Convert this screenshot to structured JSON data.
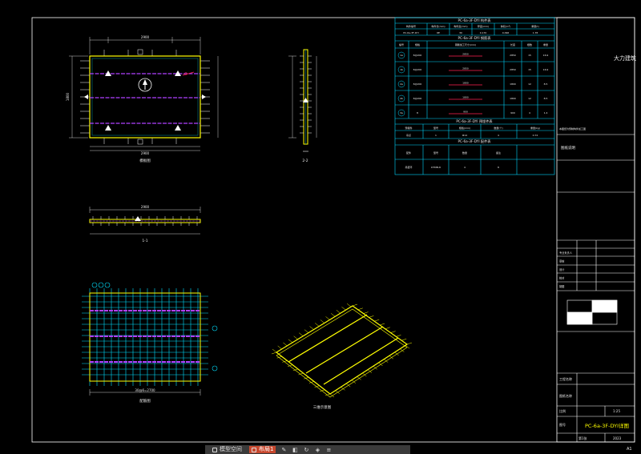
{
  "page_number": "A1",
  "colors": {
    "background": "#000000",
    "frame": "#ffffff",
    "table_cyan": "#00d8ff",
    "panel_yellow": "#ffff00",
    "mesh_cyan": "#00e0ff",
    "rebar_purple": "#a020f0",
    "accent_red": "#ff2050",
    "toolbar_bg": "#3a3a3a",
    "toolbar_active": "#c8482e"
  },
  "schedule": {
    "title1": "PC-6a-3F-DYI 构件表",
    "header1": [
      "构件编号",
      "构件长(mm)",
      "构件宽(mm)",
      "厚度(mm)",
      "体积(m³)",
      "重量(t)"
    ],
    "row1": [
      "PC-6a-3F-DYI",
      "6E",
      "30",
      "0.170",
      "0.096",
      "1.78"
    ],
    "title2": "PC-6a-3F-DYI 钢筋表",
    "header2": [
      "编号",
      "规格",
      "钢筋加工尺寸(mm)",
      "长度",
      "根数",
      "重量"
    ],
    "rebar_rows": [
      {
        "mark": "1a",
        "spec": "8@200",
        "dim": "2850",
        "len": "2850",
        "num": "15",
        "wt": "16.9"
      },
      {
        "mark": "1b",
        "spec": "8@200",
        "dim": "2850",
        "len": "2850",
        "num": "15",
        "wt": "16.9"
      },
      {
        "mark": "2a",
        "spec": "8@200",
        "dim": "1800",
        "len": "1800",
        "num": "12",
        "wt": "8.5"
      },
      {
        "mark": "2b",
        "spec": "8@200",
        "dim": "1800",
        "len": "1800",
        "num": "12",
        "wt": "8.5"
      },
      {
        "mark": "3a",
        "spec": "8",
        "dim": "900",
        "len": "900",
        "num": "4",
        "wt": "1.4"
      }
    ],
    "title3": "PC-6a-3F-DYI 预埋件表",
    "header3": [
      "预埋件",
      "型号",
      "规格(mm)",
      "数量(个)",
      "重量(kg)"
    ],
    "row3": [
      "吊点",
      "1",
      "Φ14",
      "4",
      "0.72"
    ],
    "title4": "PC-6a-3F-DYI 配件表",
    "header4": [
      "配件",
      "型号",
      "数量",
      "备注"
    ],
    "row4": [
      "吊装环",
      "DTMB-8",
      "4",
      "8"
    ]
  },
  "titleblock": {
    "company": "大力建筑",
    "notes_title": "图纸说明",
    "note_line": "本图纸为预制构件加工图",
    "fields": [
      "专业负责人",
      "审核",
      "设计",
      "校对",
      "制图"
    ],
    "project_label": "工程名称",
    "drawing_name_label": "图纸名称",
    "drawing_no_label": "图号",
    "scale_label": "比例",
    "scale_value": "1:25",
    "drawing_code": "PC-6a-3F-DYI详图",
    "sheet_label": "第1张",
    "date_value": "2023"
  },
  "views": {
    "plan_label": "模板图",
    "section_11": "1-1",
    "section_22": "2-2",
    "rebar_label": "配筋图",
    "iso_label": "三维示意图",
    "plan_width": "2900",
    "plan_height": "1800",
    "rebar_width": "30@6=2700"
  },
  "toolbar": {
    "tab1": "模型空间",
    "tab2": "布局1",
    "tools": [
      "pencil",
      "eraser",
      "redo",
      "layers",
      "menu"
    ]
  }
}
